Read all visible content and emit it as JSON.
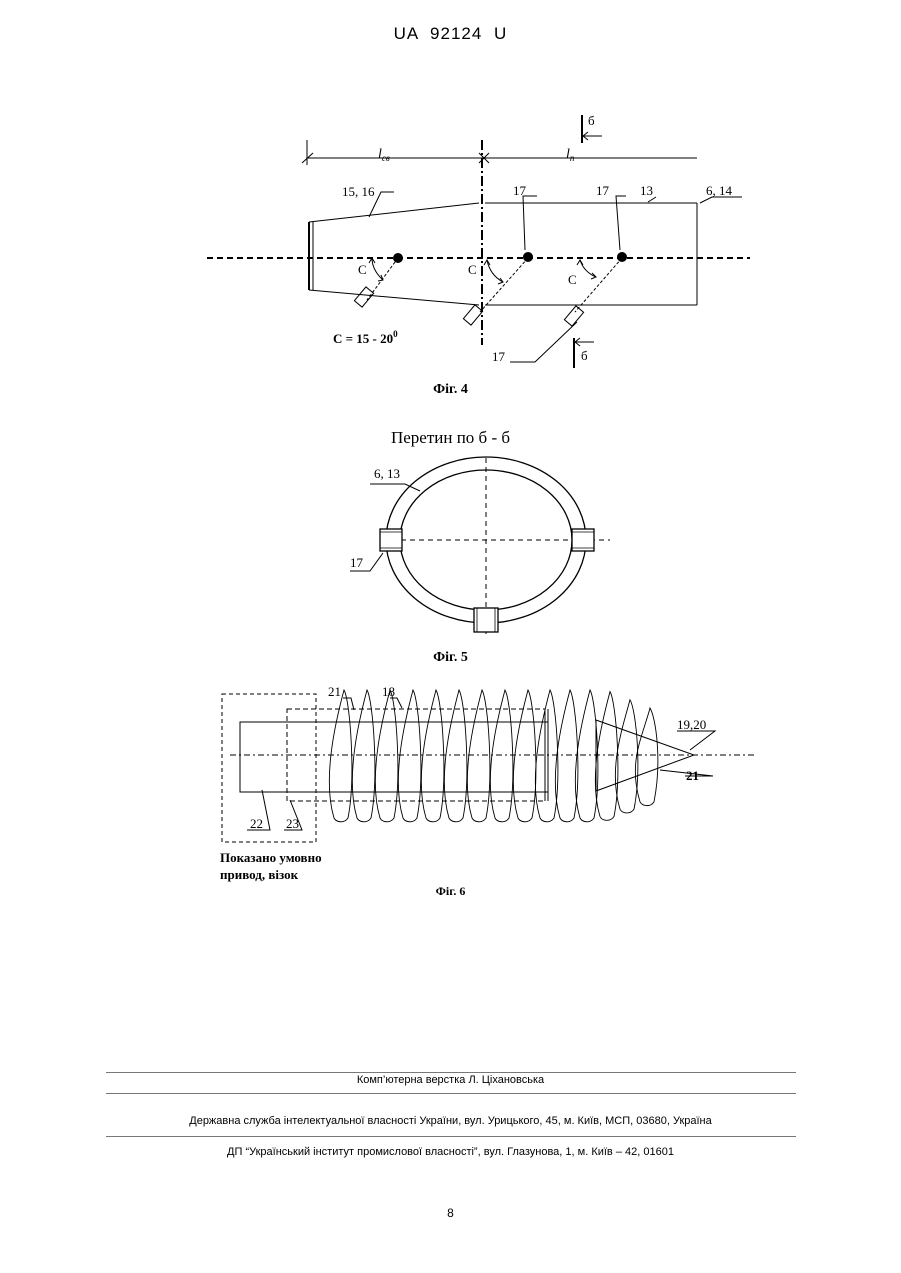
{
  "header": {
    "doc_number": "UA   92124   U"
  },
  "fig4": {
    "caption": "Фіг. 4",
    "dim_left": "l",
    "dim_left_sub": "св",
    "dim_right": "l",
    "dim_right_sub": "п",
    "section_mark": "б",
    "labels": {
      "l1516": "15, 16",
      "l17a": "17",
      "l17b": "17",
      "l13": "13",
      "l614": "6, 14",
      "l17c": "17"
    },
    "angle_label": "С",
    "formula": "С = 15 - 20",
    "formula_sup": "0"
  },
  "fig5": {
    "title": "Перетин по б - б",
    "caption": "Фіг. 5",
    "labels": {
      "l613": "6, 13",
      "l17": "17"
    }
  },
  "fig6": {
    "caption": "Фіг. 6",
    "labels": {
      "l21a": "21",
      "l18": "18",
      "l1920": "19,20",
      "l21b": "21",
      "l22": "22",
      "l23": "23"
    },
    "note_line1": "Показано умовно",
    "note_line2": "привод, візок"
  },
  "footer": {
    "line1": "Комп’ютерна верстка Л. Ціхановська",
    "line2": "Державна служба інтелектуальної власності України, вул. Урицького, 45, м. Київ, МСП, 03680, Україна",
    "line3": "ДП “Український інститут промислової власності”, вул. Глазунова, 1, м. Київ – 42, 01601"
  },
  "page_number": "8"
}
